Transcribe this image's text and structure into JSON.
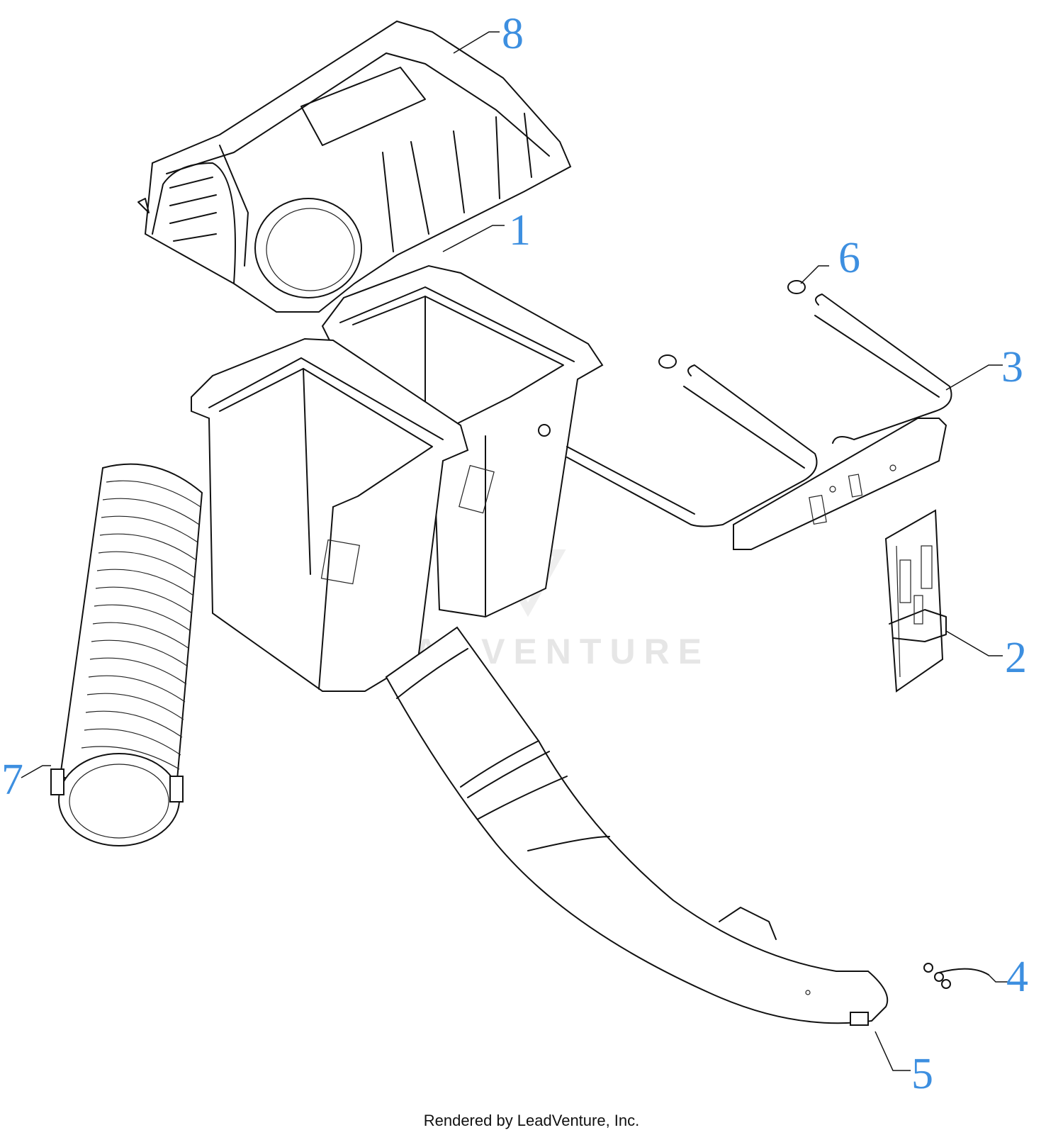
{
  "watermark": "LEADVENTURE",
  "footer": "Rendered by LeadVenture, Inc.",
  "callouts": [
    {
      "id": "8",
      "label": "8"
    },
    {
      "id": "1",
      "label": "1"
    },
    {
      "id": "6",
      "label": "6"
    },
    {
      "id": "3",
      "label": "3"
    },
    {
      "id": "2",
      "label": "2"
    },
    {
      "id": "7",
      "label": "7"
    },
    {
      "id": "4",
      "label": "4"
    },
    {
      "id": "5",
      "label": "5"
    }
  ]
}
